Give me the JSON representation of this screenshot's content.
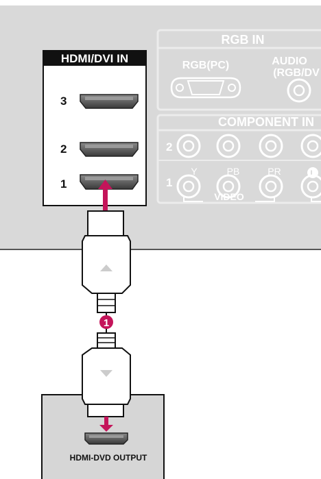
{
  "rgb_panel": {
    "title": "RGB IN",
    "rgb_pc_label": "RGB(PC)",
    "audio_label_line1": "AUDIO",
    "audio_label_line2": "(RGB/DV"
  },
  "component_panel": {
    "title": "COMPONENT IN",
    "row2_number": "2",
    "row1_number": "1",
    "jack_labels": [
      "Y",
      "PB",
      "PR"
    ],
    "video_label": "VIDEO",
    "audio_l_label": "L"
  },
  "hdmi_panel": {
    "title": "HDMI/DVI IN",
    "ports": [
      {
        "number": "3"
      },
      {
        "number": "2"
      },
      {
        "number": "1"
      }
    ]
  },
  "connection": {
    "step_badge": "1"
  },
  "source_device": {
    "output_label": "HDMI-DVD OUTPUT"
  },
  "colors": {
    "panel_gray": "#d9d9d9",
    "accent_magenta": "#c4145a",
    "port_dark": "#4a4a4a"
  }
}
